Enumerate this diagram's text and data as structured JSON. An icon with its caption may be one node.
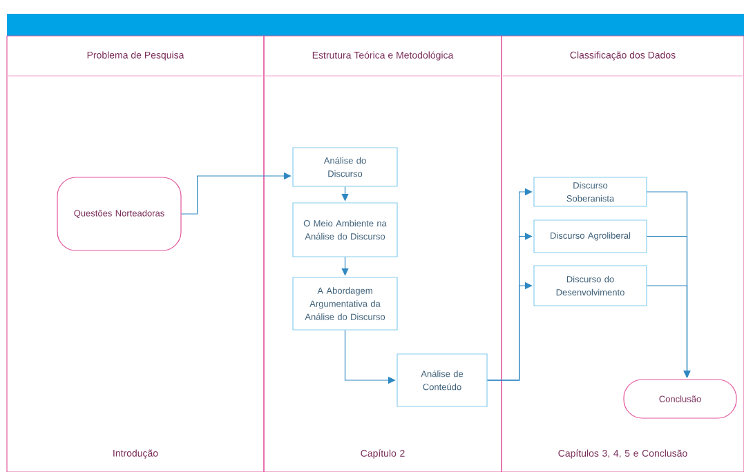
{
  "diagram": {
    "nodes": [
      {
        "text": [
          "Problema de Pesquisa",
          "Introdução"
        ]
      },
      {
        "text": [
          "Estrutura Teórica e Metodológica",
          "Capítulo 2"
        ]
      },
      {
        "text": [
          "Classificação dos Dados",
          "Capítulos 3, 4, 5 e Conclusão"
        ]
      },
      {
        "text": [
          "Questões Norteadoras"
        ],
        "in": 0
      },
      {
        "text": [
          "Análise do Discurso"
        ],
        "in": 1
      },
      {
        "text": [
          "O Meio Ambiente na Análise do Discurso"
        ],
        "in": 1
      },
      {
        "text": [
          "A Abordagem Argumentativa da Análise do Discurso"
        ],
        "in": 1
      },
      {
        "text": [
          "Análise de Conteúdo"
        ],
        "in": 1
      },
      {
        "text": [
          "Discurso Soberanista"
        ],
        "in": 2
      },
      {
        "text": [
          "Discurso Agroliberal"
        ],
        "in": 2
      },
      {
        "text": [
          "Discurso do Desenvolvimento"
        ],
        "in": 2
      },
      {
        "text": [
          "Conclusão"
        ],
        "in": 2
      },
      {
        "text": [],
        "shape": "bar"
      }
    ],
    "edges": [
      {
        "from": 3,
        "to": 4,
        "arrow": "to"
      },
      {
        "from": 4,
        "to": 5,
        "arrow": "to"
      },
      {
        "from": 5,
        "to": 6,
        "arrow": "to"
      },
      {
        "from": 6,
        "to": 7,
        "arrow": "to"
      },
      {
        "from": 7,
        "to": 8,
        "arrow": "to"
      },
      {
        "from": 7,
        "to": 9,
        "arrow": "to"
      },
      {
        "from": 7,
        "to": 10,
        "arrow": "to"
      },
      {
        "from": 8,
        "to": 11,
        "arrow": "to"
      },
      {
        "from": 9,
        "to": 11,
        "arrow": "to"
      },
      {
        "from": 10,
        "to": 11,
        "arrow": "to"
      }
    ]
  }
}
